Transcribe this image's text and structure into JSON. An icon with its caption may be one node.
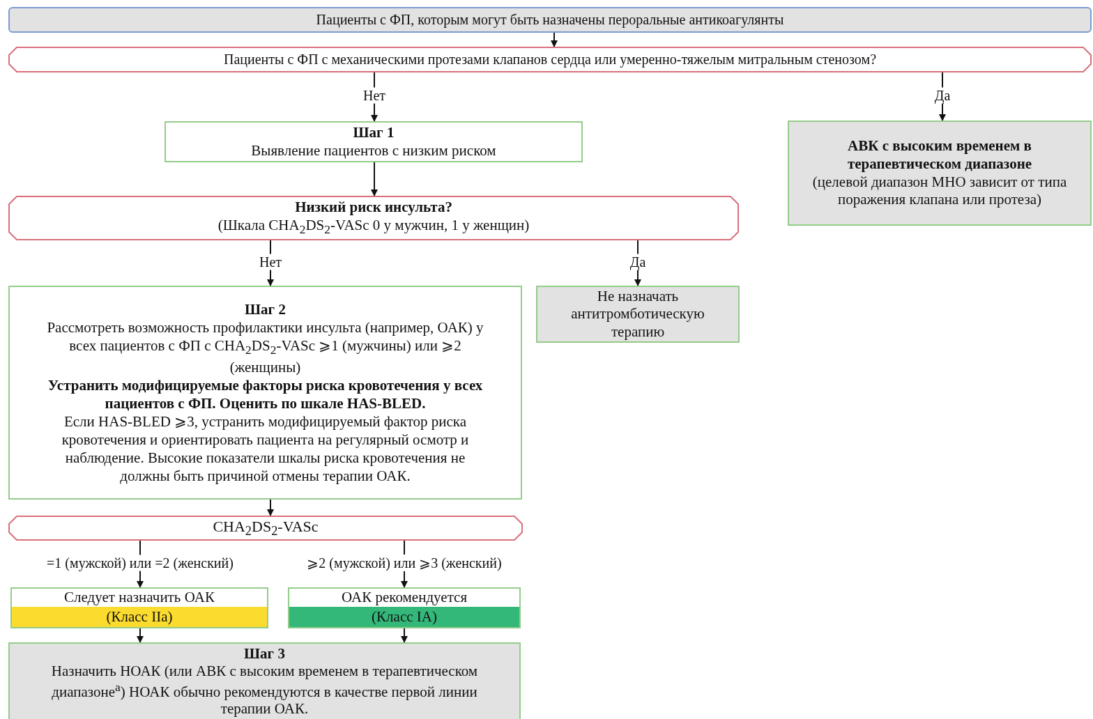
{
  "diagram": {
    "nodes": [
      {
        "text": [
          "Пациенты с ФП, которым могут быть назначены пероральные антикоагулянты"
        ]
      },
      {
        "text": [
          "Пациенты с ФП с механическими протезами клапанов сердца или умеренно-тяжелым митральным стенозом?"
        ]
      },
      {
        "text": [
          "Шаг 1",
          "Выявление пациентов с низким риском"
        ]
      },
      {
        "text": [
          "АВК с высоким временем в терапевтическом диапазоне",
          "(целевой диапазон МНО зависит от типа поражения клапана или протеза)"
        ]
      },
      {
        "text": [
          "Низкий риск инсульта?",
          "(Шкала CHA$_{2}$DS$_{2}$-VASc 0 у мужчин, 1 у женщин)"
        ]
      },
      {
        "text": [
          "Не назначать антитромботическую терапию"
        ]
      },
      {
        "text": [
          "Шаг 2",
          "Рассмотреть возможность профилактики инсульта (например, ОАК) у всех пациентов с ФП с CHA$_{2}$DS$_{2}$-VASc ⩾1 (мужчины) или ⩾2 (женщины)",
          "Устранить модифицируемые факторы риска кровотечения у всех пациентов с ФП. Оценить по шкале HAS-BLED.",
          "Если HAS-BLED ⩾3, устранить модифицируемый фактор риска кровотечения и ориентировать пациента на регулярный осмотр и наблюдение. Высокие показатели шкалы риска кровотечения не должны быть причиной отмены терапии ОАК."
        ]
      },
      {
        "text": [
          "CHA$_{2}$DS$_{2}$-VASc"
        ]
      },
      {
        "text": [
          "Следует назначить ОАК",
          "(Класс IIa)"
        ]
      },
      {
        "text": [
          "ОАК рекомендуется",
          "(Класс IA)"
        ]
      },
      {
        "text": [
          "Шаг 3",
          "Назначить НОАК (или АВК с высоким временем в терапевтическом диапазоне$^{а}$) НОАК обычно рекомендуются в качестве первой линии терапии ОАК."
        ]
      }
    ],
    "edges": [
      {
        "from": 0,
        "to": 1,
        "arrow": "to"
      },
      {
        "from": 1,
        "to": 2,
        "arrow": "to",
        "label": "Нет"
      },
      {
        "from": 1,
        "to": 3,
        "arrow": "to",
        "label": "Да"
      },
      {
        "from": 2,
        "to": 4,
        "arrow": "to"
      },
      {
        "from": 4,
        "to": 6,
        "arrow": "to",
        "label": "Нет"
      },
      {
        "from": 4,
        "to": 5,
        "arrow": "to",
        "label": "Да"
      },
      {
        "from": 6,
        "to": 7,
        "arrow": "to"
      },
      {
        "from": 7,
        "to": 8,
        "arrow": "to",
        "label": "=1 (мужской) или =2 (женский)"
      },
      {
        "from": 7,
        "to": 9,
        "arrow": "to",
        "label": "⩾2 (мужской) или ⩾3 (женский)"
      },
      {
        "from": 8,
        "to": 10,
        "arrow": "to"
      },
      {
        "from": 9,
        "to": 10,
        "arrow": "to"
      }
    ]
  }
}
